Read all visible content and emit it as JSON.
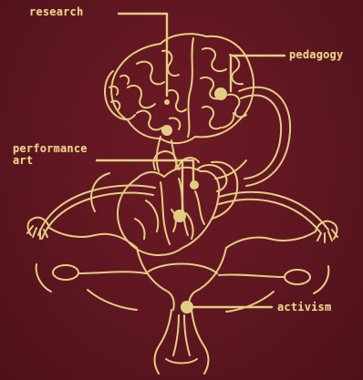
{
  "labels": {
    "research": "research",
    "pedagogy": "pedagogy",
    "performance_line1": "performance",
    "performance_line2": "art",
    "activism": "activism"
  },
  "colors": {
    "background": "#5e1620",
    "line": "#e3cd83"
  },
  "icons": [
    "brain-illustration",
    "heart-illustration",
    "uterus-illustration"
  ]
}
